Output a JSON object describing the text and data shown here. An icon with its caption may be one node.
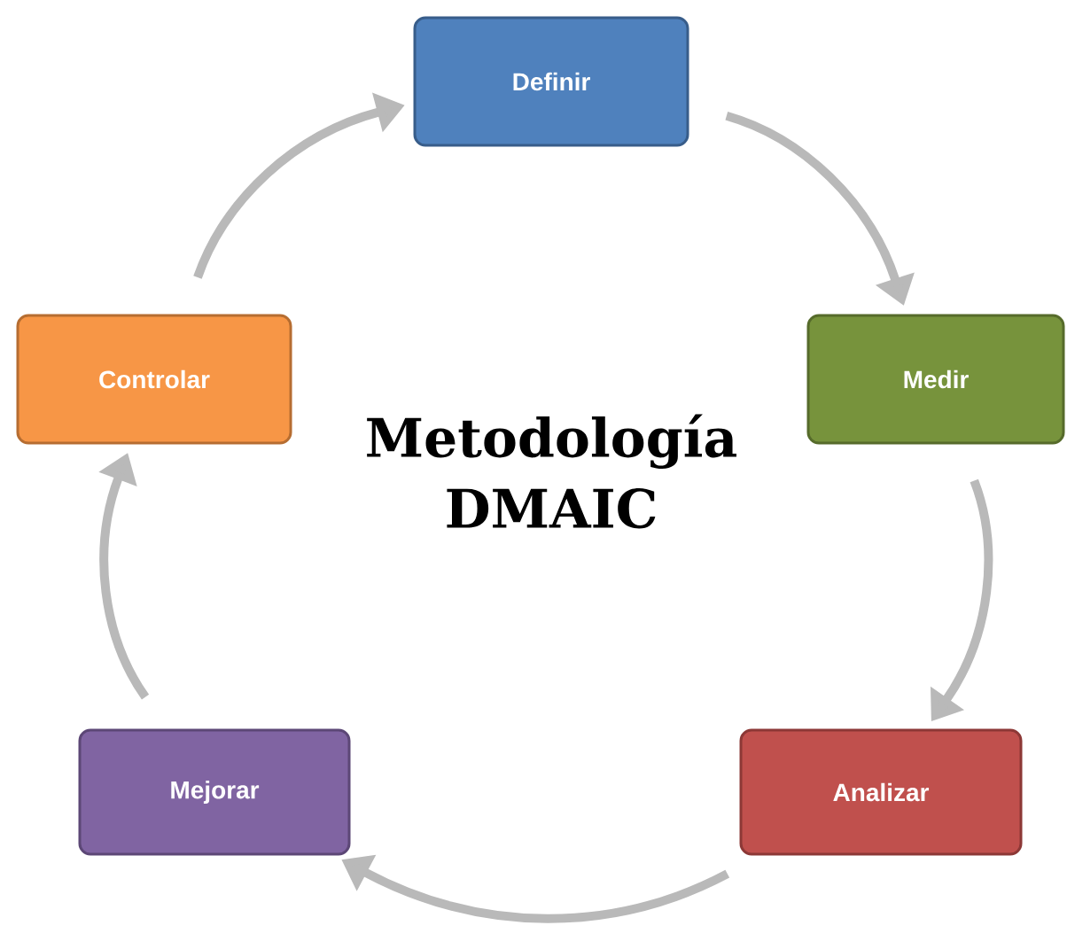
{
  "diagram": {
    "title": "Metodología DMAIC",
    "nodes": [
      {
        "text": [
          "Definir"
        ]
      },
      {
        "text": [
          "Medir"
        ]
      },
      {
        "text": [
          "Analizar"
        ]
      },
      {
        "text": [
          "Mejorar"
        ]
      },
      {
        "text": [
          "Controlar"
        ]
      }
    ],
    "edges": [
      {
        "from": 0,
        "to": 1,
        "arrow": "to"
      },
      {
        "from": 1,
        "to": 2,
        "arrow": "to"
      },
      {
        "from": 2,
        "to": 3,
        "arrow": "to"
      },
      {
        "from": 3,
        "to": 4,
        "arrow": "to"
      },
      {
        "from": 4,
        "to": 0,
        "arrow": "to"
      }
    ]
  }
}
